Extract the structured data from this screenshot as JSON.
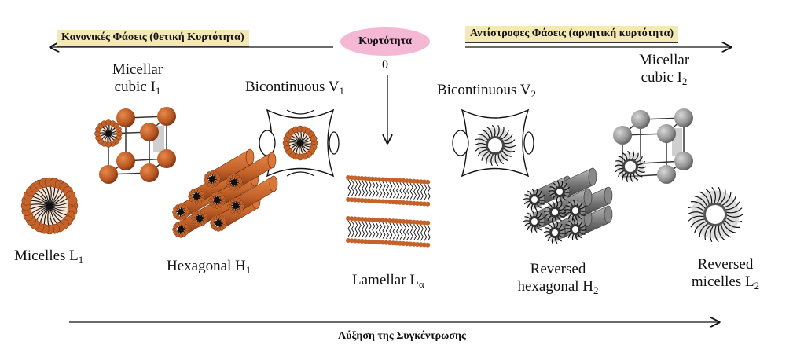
{
  "headers": {
    "left_box": "Κανονικές Φάσεις (θετική Κυρτότητα)",
    "right_box": "Αντίστροφες Φάσεις (αρνητική κυρτότητα)",
    "center_oval": "Κυρτότητα",
    "zero": "0"
  },
  "phases": {
    "micelles_l1": {
      "name": "Micelles L",
      "sub": "1"
    },
    "micellar_cubic_i1": {
      "line1": "Micellar",
      "line2": "cubic I",
      "sub": "1"
    },
    "bicontinuous_v1": {
      "name": "Bicontinuous V",
      "sub": "1"
    },
    "hexagonal_h1": {
      "name": "Hexagonal H",
      "sub": "1"
    },
    "lamellar": {
      "name": "Lamellar L",
      "sub": "α"
    },
    "bicontinuous_v2": {
      "name": "Bicontinuous V",
      "sub": "2"
    },
    "reversed_hexagonal_h2": {
      "line1": "Reversed",
      "line2": "hexagonal H",
      "sub": "2"
    },
    "micellar_cubic_i2": {
      "line1": "Micellar",
      "line2": "cubic I",
      "sub": "2"
    },
    "reversed_micelles_l2": {
      "line1": "Reversed",
      "line2": "micelles L",
      "sub": "2"
    }
  },
  "bottom_label": "Αύξηση της Συγκέντρωσης",
  "colors": {
    "normal_headgroup": "#c4622a",
    "reversed_headgroup": "#9a9a9a",
    "box_bg": "#f3e8b6",
    "oval_bg": "#f4b7d4"
  }
}
